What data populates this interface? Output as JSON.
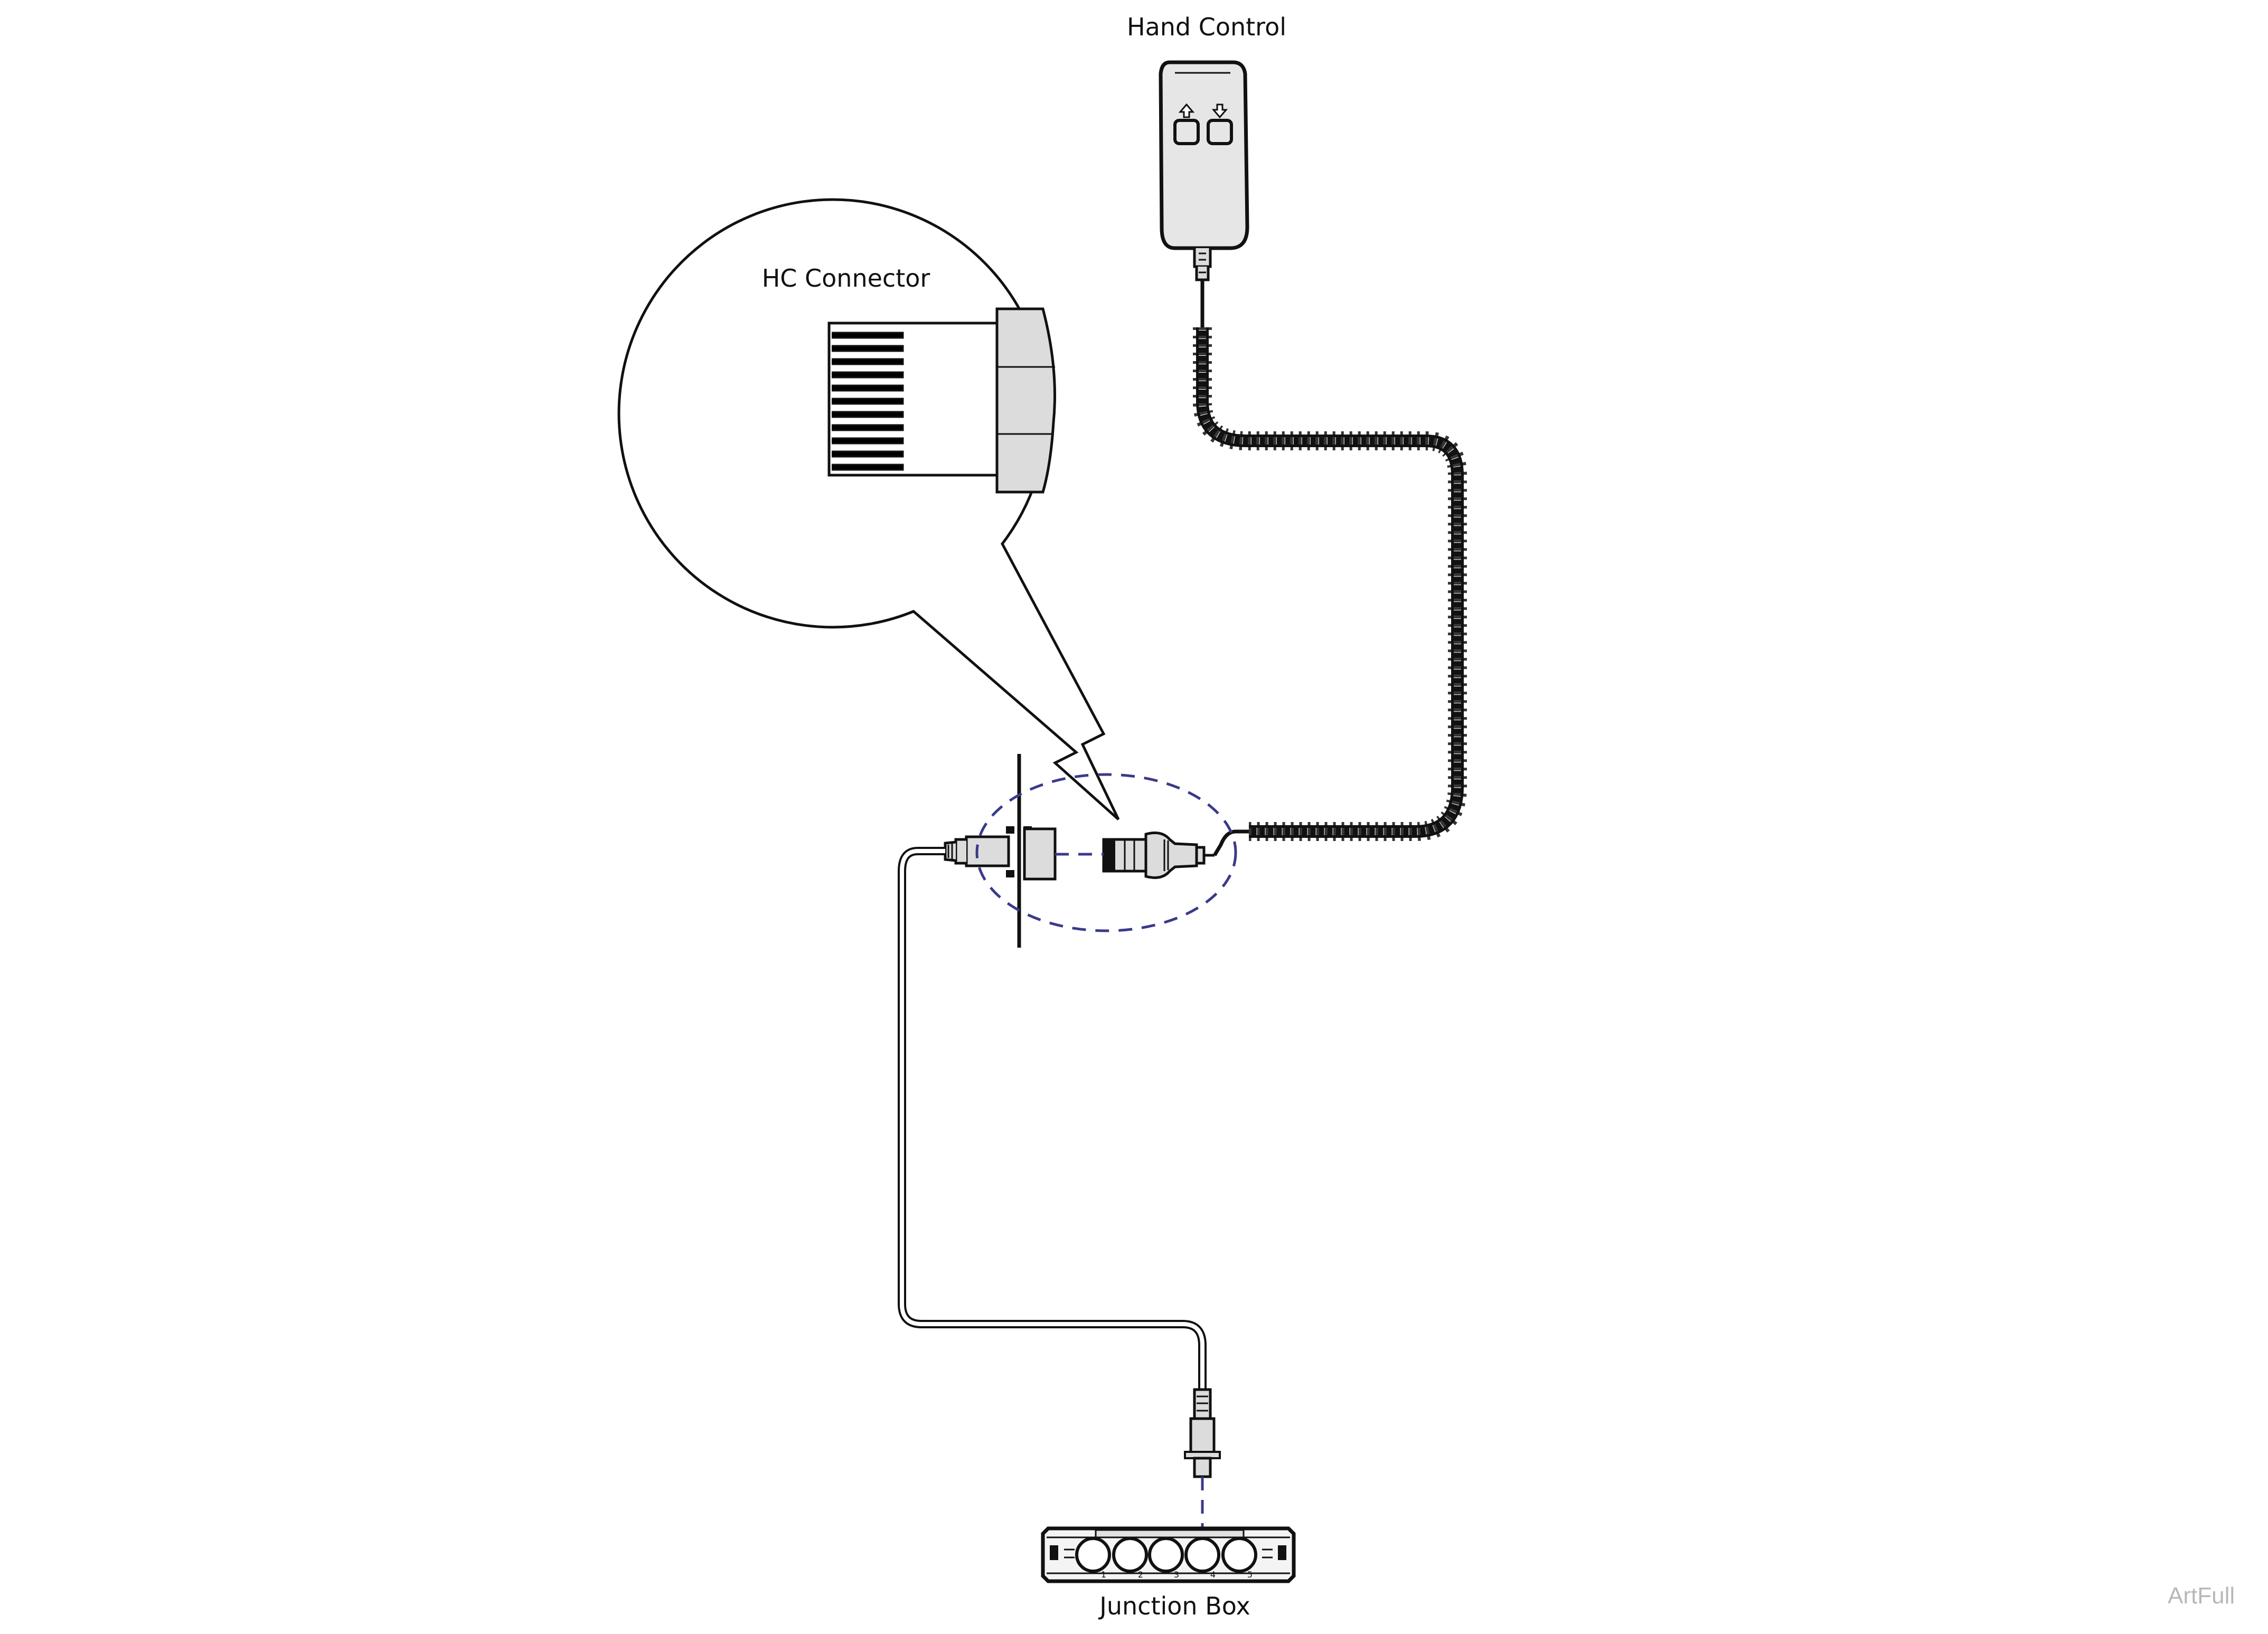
{
  "labels": {
    "hand_control": "Hand Control",
    "hc_connector": "HC Connector",
    "junction_box": "Junction Box"
  },
  "watermark": "ArtFull",
  "junction_box_ports": [
    "1",
    "2",
    "3",
    "4",
    "5"
  ],
  "colors": {
    "line": "#111111",
    "dashed_guide": "#3a3a8a",
    "remote_fill": "#e6e6e6",
    "connector_fill": "#dcdcdc",
    "watermark": "#b8b8b8"
  },
  "icons": [
    "up-arrow-icon",
    "down-arrow-icon"
  ]
}
